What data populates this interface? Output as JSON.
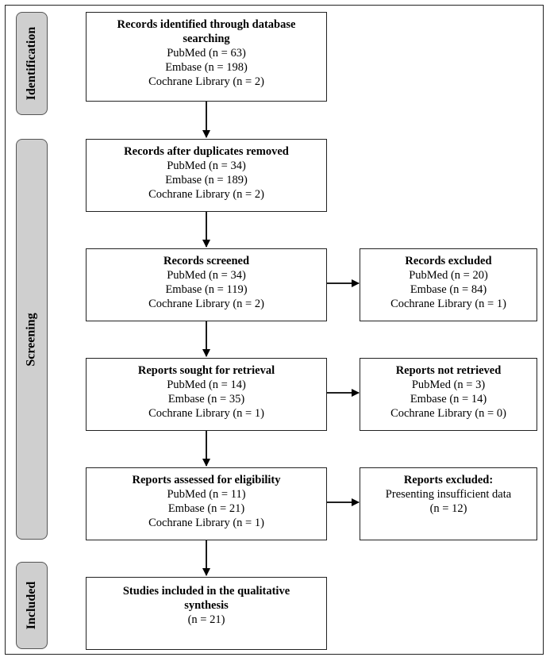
{
  "stages": {
    "identification": "Identification",
    "screening": "Screening",
    "included": "Included"
  },
  "boxes": {
    "identified": {
      "title": "Records identified through database searching",
      "lines": [
        "PubMed (n = 63)",
        "Embase (n = 198)",
        "Cochrane Library (n = 2)"
      ]
    },
    "dedup": {
      "title": "Records after duplicates removed",
      "lines": [
        "PubMed (n = 34)",
        "Embase (n = 189)",
        "Cochrane Library (n = 2)"
      ]
    },
    "screened": {
      "title": "Records screened",
      "lines": [
        "PubMed (n = 34)",
        "Embase (n = 119)",
        "Cochrane Library (n = 2)"
      ]
    },
    "excluded": {
      "title": "Records excluded",
      "lines": [
        "PubMed (n = 20)",
        "Embase (n = 84)",
        "Cochrane Library (n = 1)"
      ]
    },
    "sought": {
      "title": "Reports sought for retrieval",
      "lines": [
        "PubMed (n = 14)",
        "Embase (n = 35)",
        "Cochrane Library (n = 1)"
      ]
    },
    "not_retrieved": {
      "title": "Reports not retrieved",
      "lines": [
        "PubMed (n = 3)",
        "Embase (n = 14)",
        "Cochrane Library (n = 0)"
      ]
    },
    "assessed": {
      "title": "Reports assessed for eligibility",
      "lines": [
        "PubMed (n = 11)",
        "Embase (n = 21)",
        "Cochrane Library (n = 1)"
      ]
    },
    "reports_excluded": {
      "title": "Reports excluded:",
      "lines": [
        "Presenting insufficient data",
        "(n = 12)"
      ]
    },
    "included": {
      "title": "Studies included in the qualitative synthesis",
      "lines": [
        "(n = 21)"
      ]
    }
  }
}
